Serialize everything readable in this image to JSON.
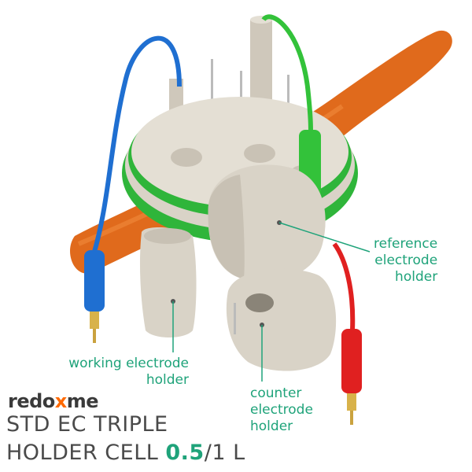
{
  "labels": {
    "reference": [
      "reference",
      "electrode",
      "holder"
    ],
    "working": [
      "working electrode",
      "holder"
    ],
    "counter": [
      "counter",
      "electrode",
      "holder"
    ]
  },
  "brand": {
    "prefix": "redo",
    "mark": "x",
    "suffix": "me"
  },
  "title": {
    "line1": "STD EC TRIPLE",
    "line2_prefix": "HOLDER CELL ",
    "line2_highlight": "0.5",
    "line2_suffix": "/1 L"
  },
  "colors": {
    "accent": "#1fa37a",
    "brand_orange": "#ff6a00",
    "stand": "#e06a1c",
    "cable_blue": "#1f6fd1",
    "cable_green": "#33c23a",
    "cable_red": "#e02020",
    "body_grey": "#d9d3c7"
  }
}
